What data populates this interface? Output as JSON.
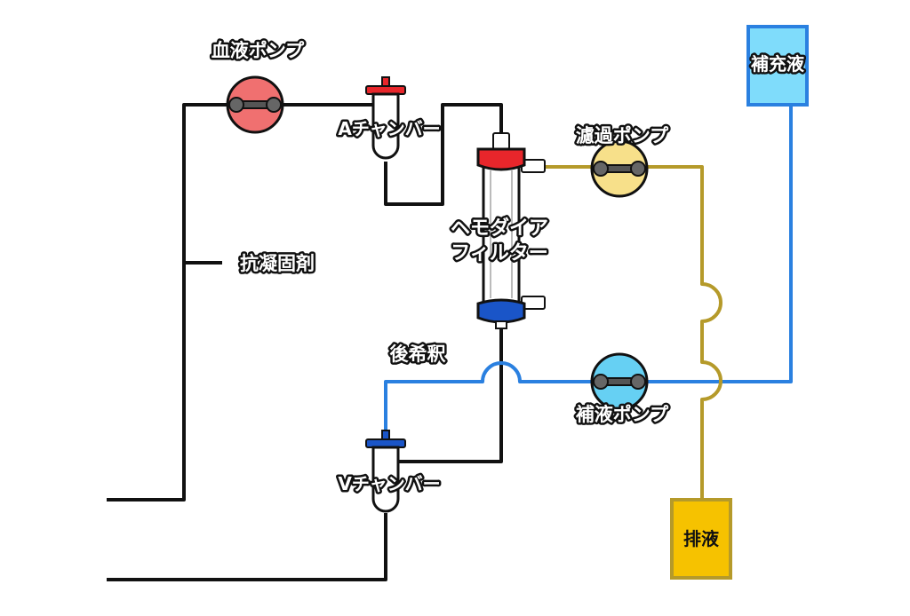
{
  "labels": {
    "blood_pump": "血液ポンプ",
    "a_chamber": "Aチャンバー",
    "anticoagulant": "抗凝固剤",
    "filter_line1": "ヘモダイア",
    "filter_line2": "フィルター",
    "filtration_pump": "濾過ポンプ",
    "replacement_fluid": "補充液",
    "post_dilution": "後希釈",
    "replacement_pump": "補液ポンプ",
    "v_chamber": "Vチャンバー",
    "drain": "排液"
  },
  "colors": {
    "line_black": "#111111",
    "line_blue": "#2a80e0",
    "line_gold": "#b59a2a",
    "blood_pump": "#f07070",
    "filtration_pump": "#f7e08a",
    "replacement_pump": "#66d0f3",
    "replacement_fluid_box": "#7fdcfb",
    "replacement_fluid_border": "#2a80e0",
    "drain_box": "#f6c200",
    "drain_border": "#b59a2a",
    "filter_top_cap": "#e8262b",
    "filter_bottom_cap": "#1a55c8",
    "a_chamber_cap": "#e8262b",
    "v_chamber_cap": "#1a55c8"
  }
}
